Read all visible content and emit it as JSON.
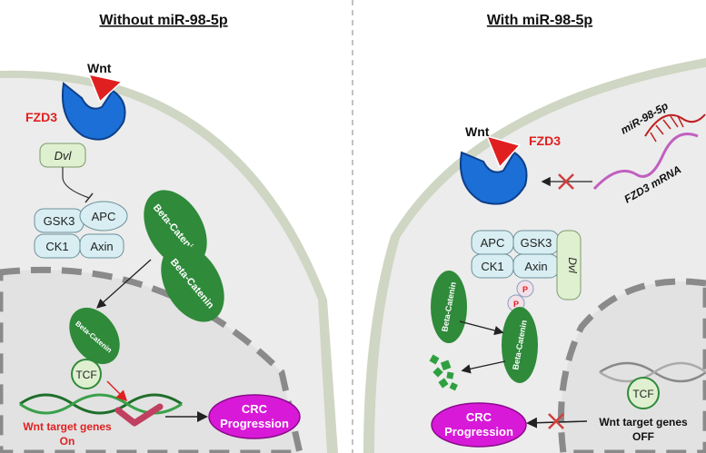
{
  "left": {
    "title": "Without miR-98-5p",
    "wnt": "Wnt",
    "fzd3": "FZD3",
    "dvl": "Dvl",
    "gsk3": "GSK3",
    "apc": "APC",
    "ck1": "CK1",
    "axin": "Axin",
    "beta_catenin": "Beta-Catenin",
    "tcf": "TCF",
    "target_genes": "Wnt target genes",
    "target_state": "On",
    "crc_line1": "CRC",
    "crc_line2": "Progression"
  },
  "right": {
    "title": "With miR-98-5p",
    "wnt": "Wnt",
    "fzd3": "FZD3",
    "mir": "miR-98-5p",
    "mrna": "FZD3 mRNA",
    "apc": "APC",
    "gsk3": "GSK3",
    "ck1": "CK1",
    "axin": "Axin",
    "dvl": "Dvl",
    "beta_catenin": "Beta-Catenin",
    "phospho": "P",
    "tcf": "TCF",
    "target_genes": "Wnt target genes",
    "target_state": "OFF",
    "crc_line1": "CRC",
    "crc_line2": "Progression"
  },
  "colors": {
    "green": "#2f8a3a",
    "magenta": "#d81ad8",
    "red": "#e02020",
    "blue": "#1c6fd6",
    "cell": "#ededed",
    "membrane": "#c8d3b8"
  }
}
